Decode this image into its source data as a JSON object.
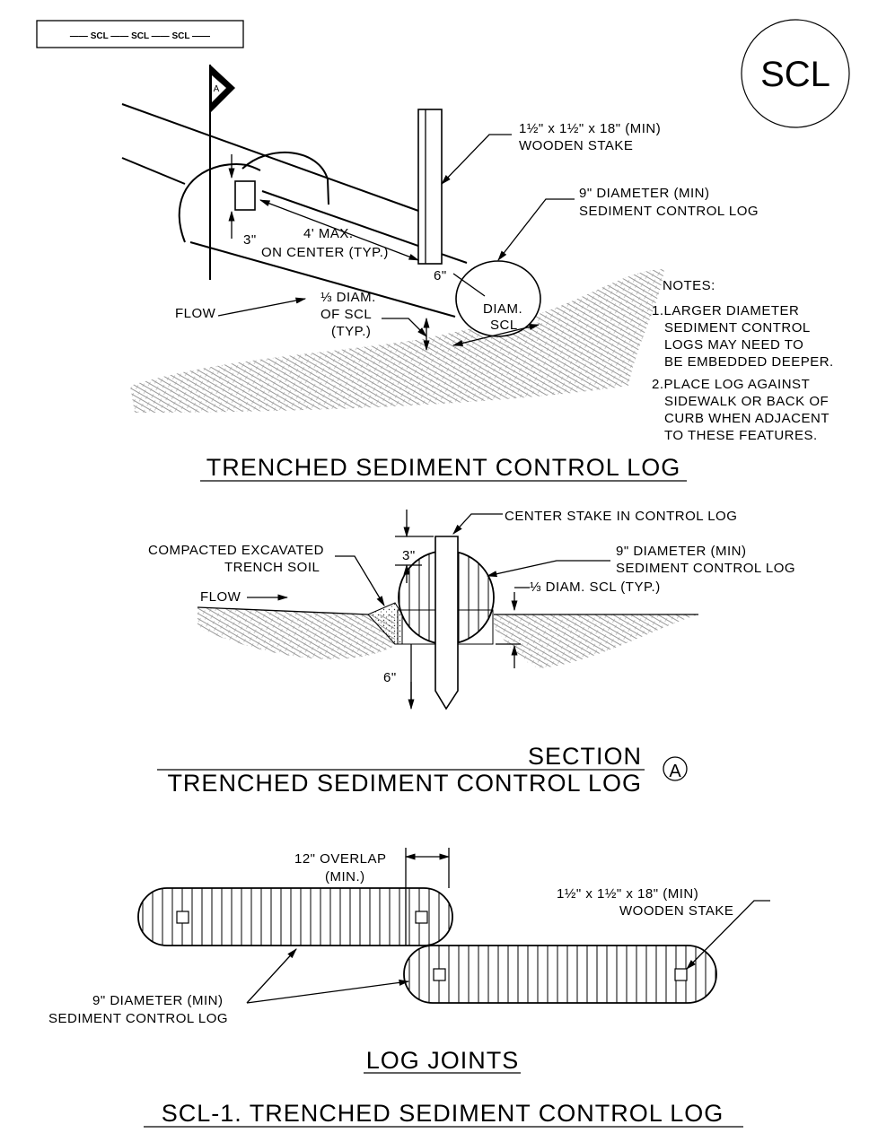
{
  "legend_key": "—— SCL —— SCL —— SCL ——",
  "badge": "SCL",
  "section_marker": "A",
  "detail1": {
    "title": "TRENCHED SEDIMENT CONTROL LOG",
    "stake_l1": "1½\" x 1½\" x 18\" (MIN)",
    "stake_l2": "WOODEN STAKE",
    "log_l1": "9\" DIAMETER (MIN)",
    "log_l2": "SEDIMENT CONTROL LOG",
    "dim_3": "3\"",
    "spacing_l1": "4' MAX.",
    "spacing_l2": "ON CENTER (TYP.)",
    "dim_6": "6\"",
    "flow": "FLOW",
    "third_l1": "⅓ DIAM.",
    "third_l2": "OF SCL",
    "third_l3": "(TYP.)",
    "diam_l1": "DIAM.",
    "diam_l2": "SCL",
    "notes_title": "NOTES:",
    "notes": [
      "1.LARGER DIAMETER",
      "SEDIMENT CONTROL",
      "LOGS MAY NEED TO",
      "BE EMBEDDED DEEPER.",
      "2.PLACE LOG AGAINST",
      "SIDEWALK OR BACK OF",
      "CURB WHEN ADJACENT",
      "TO THESE FEATURES."
    ]
  },
  "detail2": {
    "center_stake": "CENTER STAKE IN CONTROL LOG",
    "compacted_l1": "COMPACTED EXCAVATED",
    "compacted_l2": "TRENCH SOIL",
    "dim_3": "3\"",
    "log_l1": "9\" DIAMETER (MIN)",
    "log_l2": "SEDIMENT CONTROL LOG",
    "third": "⅓ DIAM. SCL (TYP.)",
    "flow": "FLOW",
    "dim_6": "6\"",
    "section_word": "SECTION",
    "title": "TRENCHED SEDIMENT CONTROL LOG",
    "marker": "A"
  },
  "detail3": {
    "overlap_l1": "12\" OVERLAP",
    "overlap_l2": "(MIN.)",
    "stake_l1": "1½\" x 1½\" x 18\" (MIN)",
    "stake_l2": "WOODEN STAKE",
    "log_l1": "9\" DIAMETER (MIN)",
    "log_l2": "SEDIMENT CONTROL LOG",
    "title": "LOG JOINTS"
  },
  "sheet_title": "SCL-1. TRENCHED SEDIMENT CONTROL LOG"
}
